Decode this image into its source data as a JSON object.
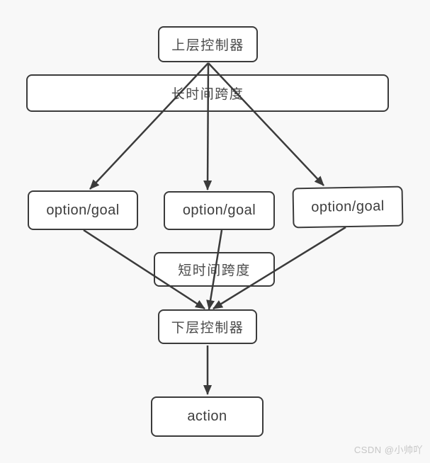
{
  "diagram": {
    "type": "flowchart",
    "topic": "hierarchical controller structure",
    "nodes": {
      "upper_controller": "上层控制器",
      "long_time_span": "长时间跨度",
      "option_goal_1": "option/goal",
      "option_goal_2": "option/goal",
      "option_goal_3": "option/goal",
      "short_time_span": "短时间跨度",
      "lower_controller": "下层控制器",
      "action": "action"
    },
    "edges": [
      {
        "from": "upper_controller",
        "to": "option_goal_1"
      },
      {
        "from": "upper_controller",
        "to": "option_goal_2"
      },
      {
        "from": "upper_controller",
        "to": "option_goal_3"
      },
      {
        "from": "option_goal_1",
        "to": "lower_controller"
      },
      {
        "from": "option_goal_2",
        "to": "lower_controller"
      },
      {
        "from": "option_goal_3",
        "to": "lower_controller"
      },
      {
        "from": "lower_controller",
        "to": "action"
      }
    ],
    "annotations": {
      "long_time_span_note": "band crossing the upper edges (long time horizon)",
      "short_time_span_note": "band crossing the lower edges (short time horizon)"
    },
    "colors": {
      "background": "#f8f8f8",
      "node_fill": "#ffffff",
      "stroke": "#3b3b3b",
      "text": "#4a4a4a",
      "watermark": "#c6c6c6"
    }
  },
  "watermark": {
    "text": "CSDN @小帅吖"
  }
}
